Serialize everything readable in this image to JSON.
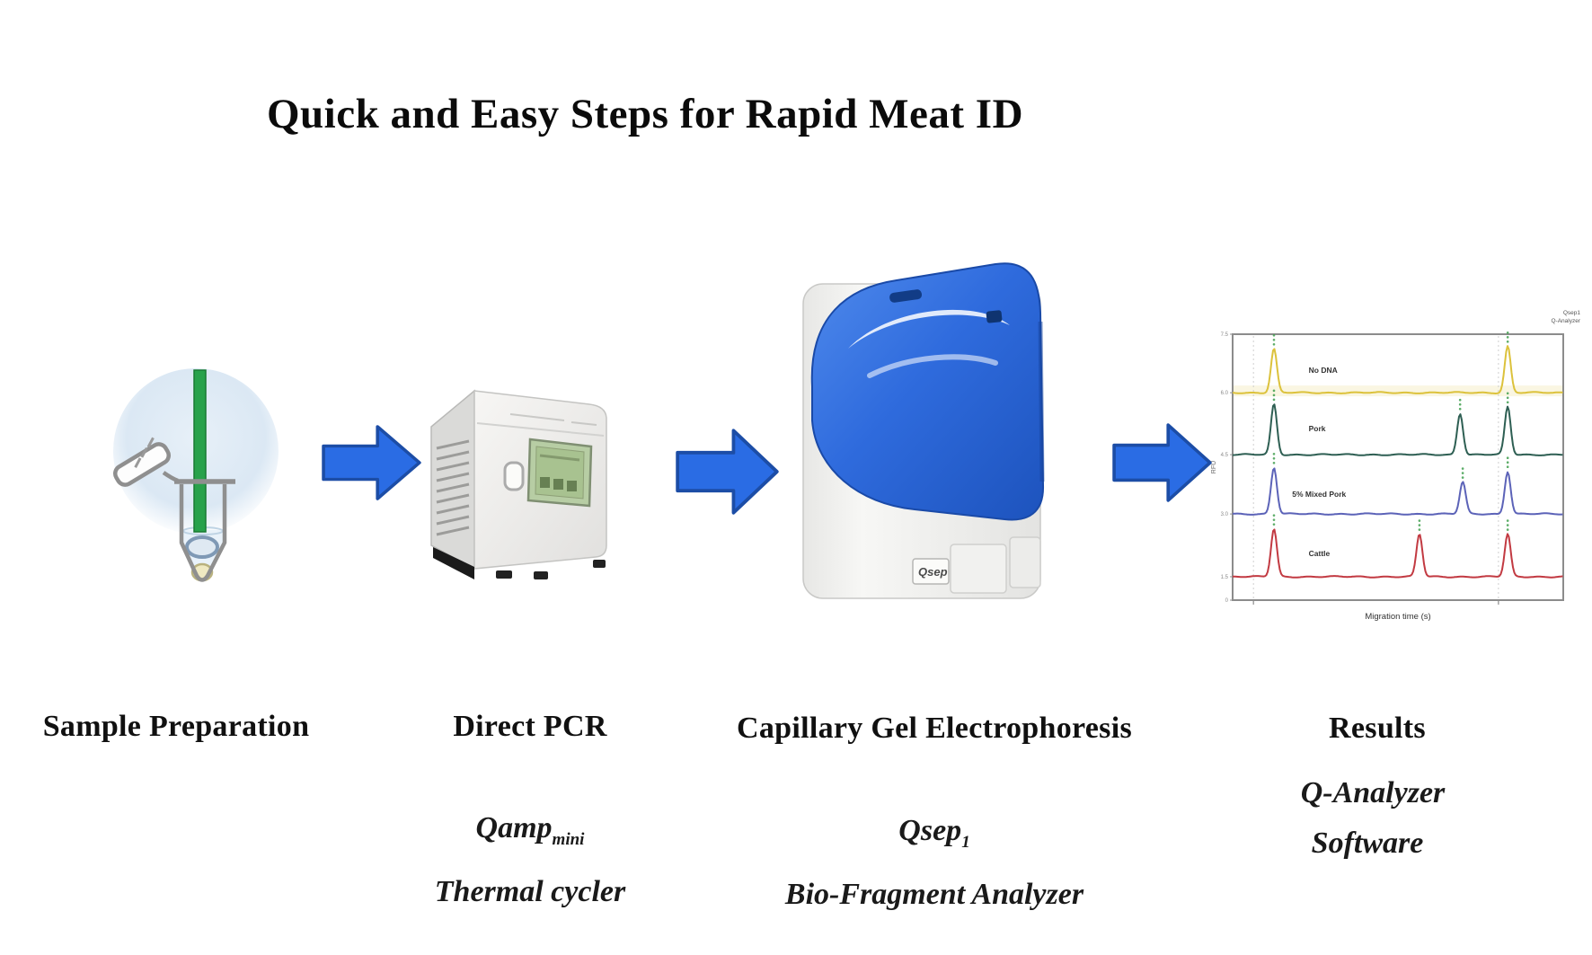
{
  "title": "Quick and Easy Steps for Rapid Meat ID",
  "steps": [
    {
      "label": "Sample Preparation",
      "product_base": "",
      "product_sub": "",
      "product_line2": ""
    },
    {
      "label": "Direct PCR",
      "product_base": "Qamp",
      "product_sub": "mini",
      "product_line2": "Thermal cycler"
    },
    {
      "label": "Capillary Gel Electrophoresis",
      "product_base": "Qsep",
      "product_sub": "1",
      "product_line2": "Bio-Fragment Analyzer"
    },
    {
      "label": "Results",
      "product_base": "Q-Analyzer",
      "product_sub": "",
      "product_line2": "Software"
    }
  ],
  "devices": {
    "qsep_label": "Qsep"
  },
  "arrow": {
    "fill": "#2a6ce4",
    "outline": "#1c4da6"
  },
  "chart_data": {
    "type": "line",
    "title": "",
    "corner_note": [
      "Qsep1",
      "Q-Analyzer"
    ],
    "xlabel": "Migration time (s)",
    "ylabel": "RFU",
    "yticks": [
      "7.5",
      "6.0",
      "4.5",
      "3.0",
      "1.5",
      "0"
    ],
    "ytick_pos_pct": [
      0,
      22,
      45.3,
      67.6,
      91.2,
      100
    ],
    "marker_lines_pct": [
      6.3,
      80.4
    ],
    "grid": "dashed-vertical-alignment-markers",
    "legend_position": "inline-labels",
    "axis_color": "#8c8c8c",
    "peak_tick_color": "#3f9f4e",
    "series": [
      {
        "name": "No DNA",
        "color": "#dcc23c",
        "baseline_pct": 22,
        "label_x_pct": 23,
        "label_dy": -22,
        "peaks": [
          {
            "x_pct": 12.5,
            "h_pct": 16.5
          },
          {
            "x_pct": 83.2,
            "h_pct": 17.5
          }
        ]
      },
      {
        "name": "Pork",
        "color": "#2e5f53",
        "baseline_pct": 45.3,
        "label_x_pct": 23,
        "label_dy": -26,
        "peaks": [
          {
            "x_pct": 12.5,
            "h_pct": 19
          },
          {
            "x_pct": 68.8,
            "h_pct": 15.5
          },
          {
            "x_pct": 83.2,
            "h_pct": 18
          }
        ]
      },
      {
        "name": "5% Mixed Pork",
        "color": "#5c63b8",
        "baseline_pct": 67.6,
        "label_x_pct": 18,
        "label_dy": -19,
        "peaks": [
          {
            "x_pct": 12.5,
            "h_pct": 17.5
          },
          {
            "x_pct": 69.6,
            "h_pct": 12
          },
          {
            "x_pct": 83.2,
            "h_pct": 16
          }
        ]
      },
      {
        "name": "Cattle",
        "color": "#c23a42",
        "baseline_pct": 91.2,
        "label_x_pct": 23,
        "label_dy": -23,
        "peaks": [
          {
            "x_pct": 12.5,
            "h_pct": 18
          },
          {
            "x_pct": 56.5,
            "h_pct": 16
          },
          {
            "x_pct": 83.2,
            "h_pct": 16
          }
        ]
      }
    ]
  }
}
